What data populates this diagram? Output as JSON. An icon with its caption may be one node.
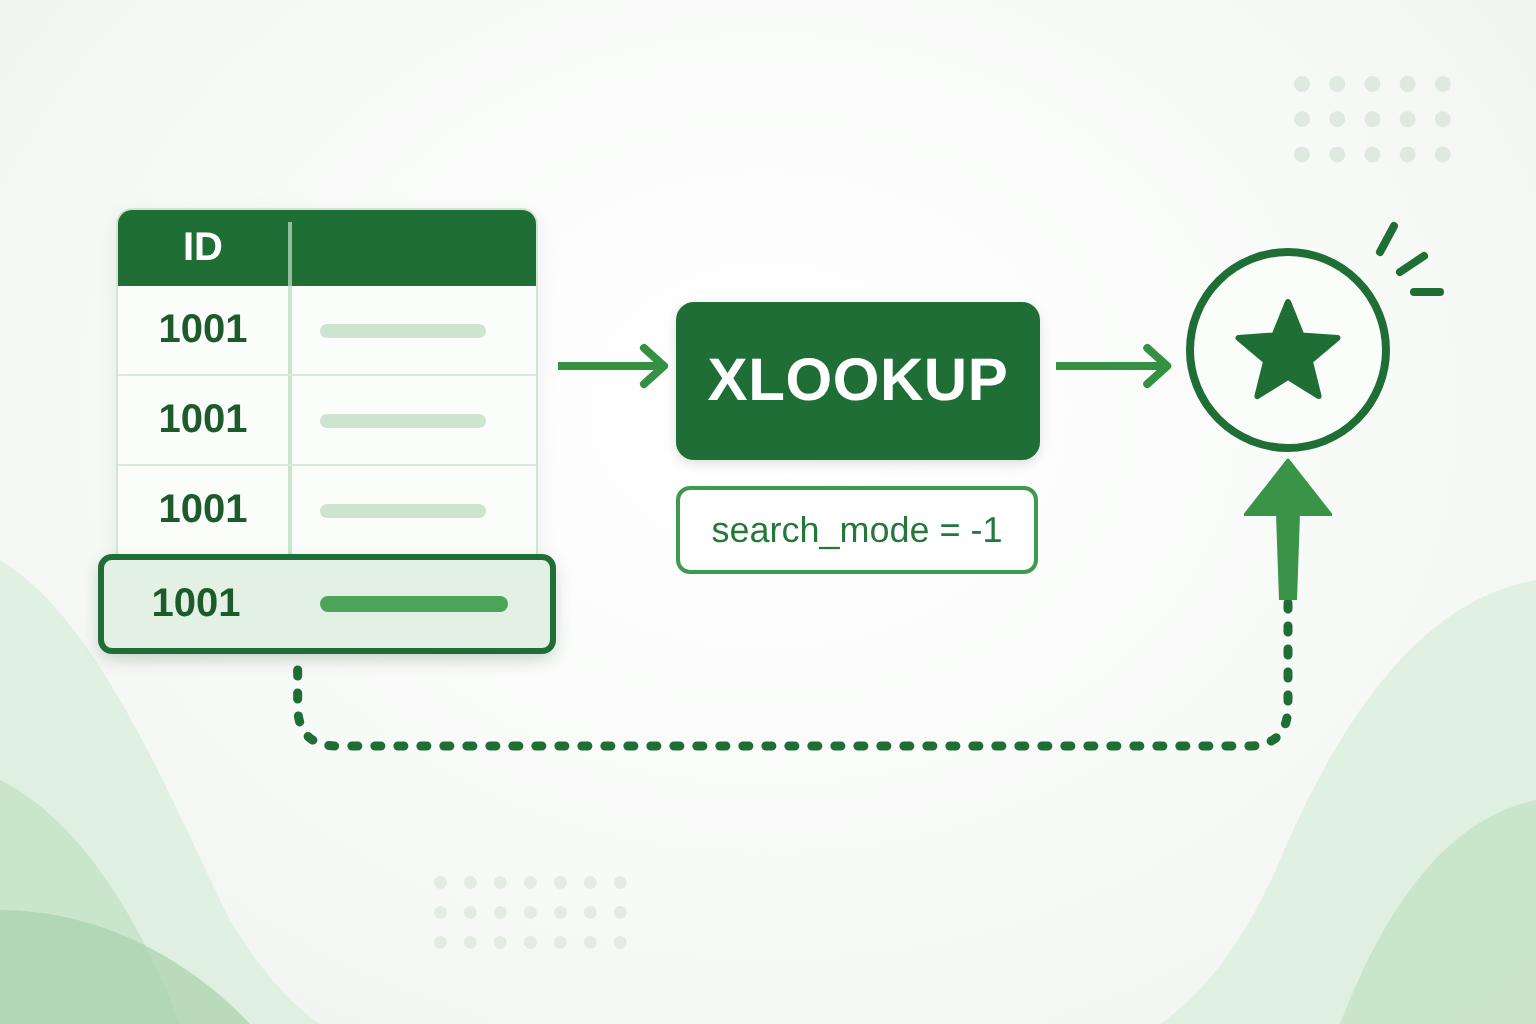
{
  "diagram": {
    "nodes": [
      {
        "text": [
          "ID"
        ]
      },
      {
        "text": [
          "1001"
        ],
        "in": 0
      },
      {
        "text": [
          "1001"
        ],
        "in": 0
      },
      {
        "text": [
          "1001"
        ],
        "in": 0
      },
      {
        "text": [
          "1001"
        ],
        "in": 0
      },
      {
        "text": [
          "XLOOKUP"
        ]
      },
      {
        "text": [
          "search_mode = -1"
        ]
      },
      {
        "text": [],
        "shape": "circle"
      }
    ],
    "edges": [
      {
        "from": 0,
        "to": 5,
        "arrow": "to"
      },
      {
        "from": 5,
        "to": 7,
        "arrow": "to"
      },
      {
        "from": 4,
        "to": 7,
        "arrow": "to",
        "style": "dashed",
        "color": "#1f6e35"
      }
    ]
  }
}
